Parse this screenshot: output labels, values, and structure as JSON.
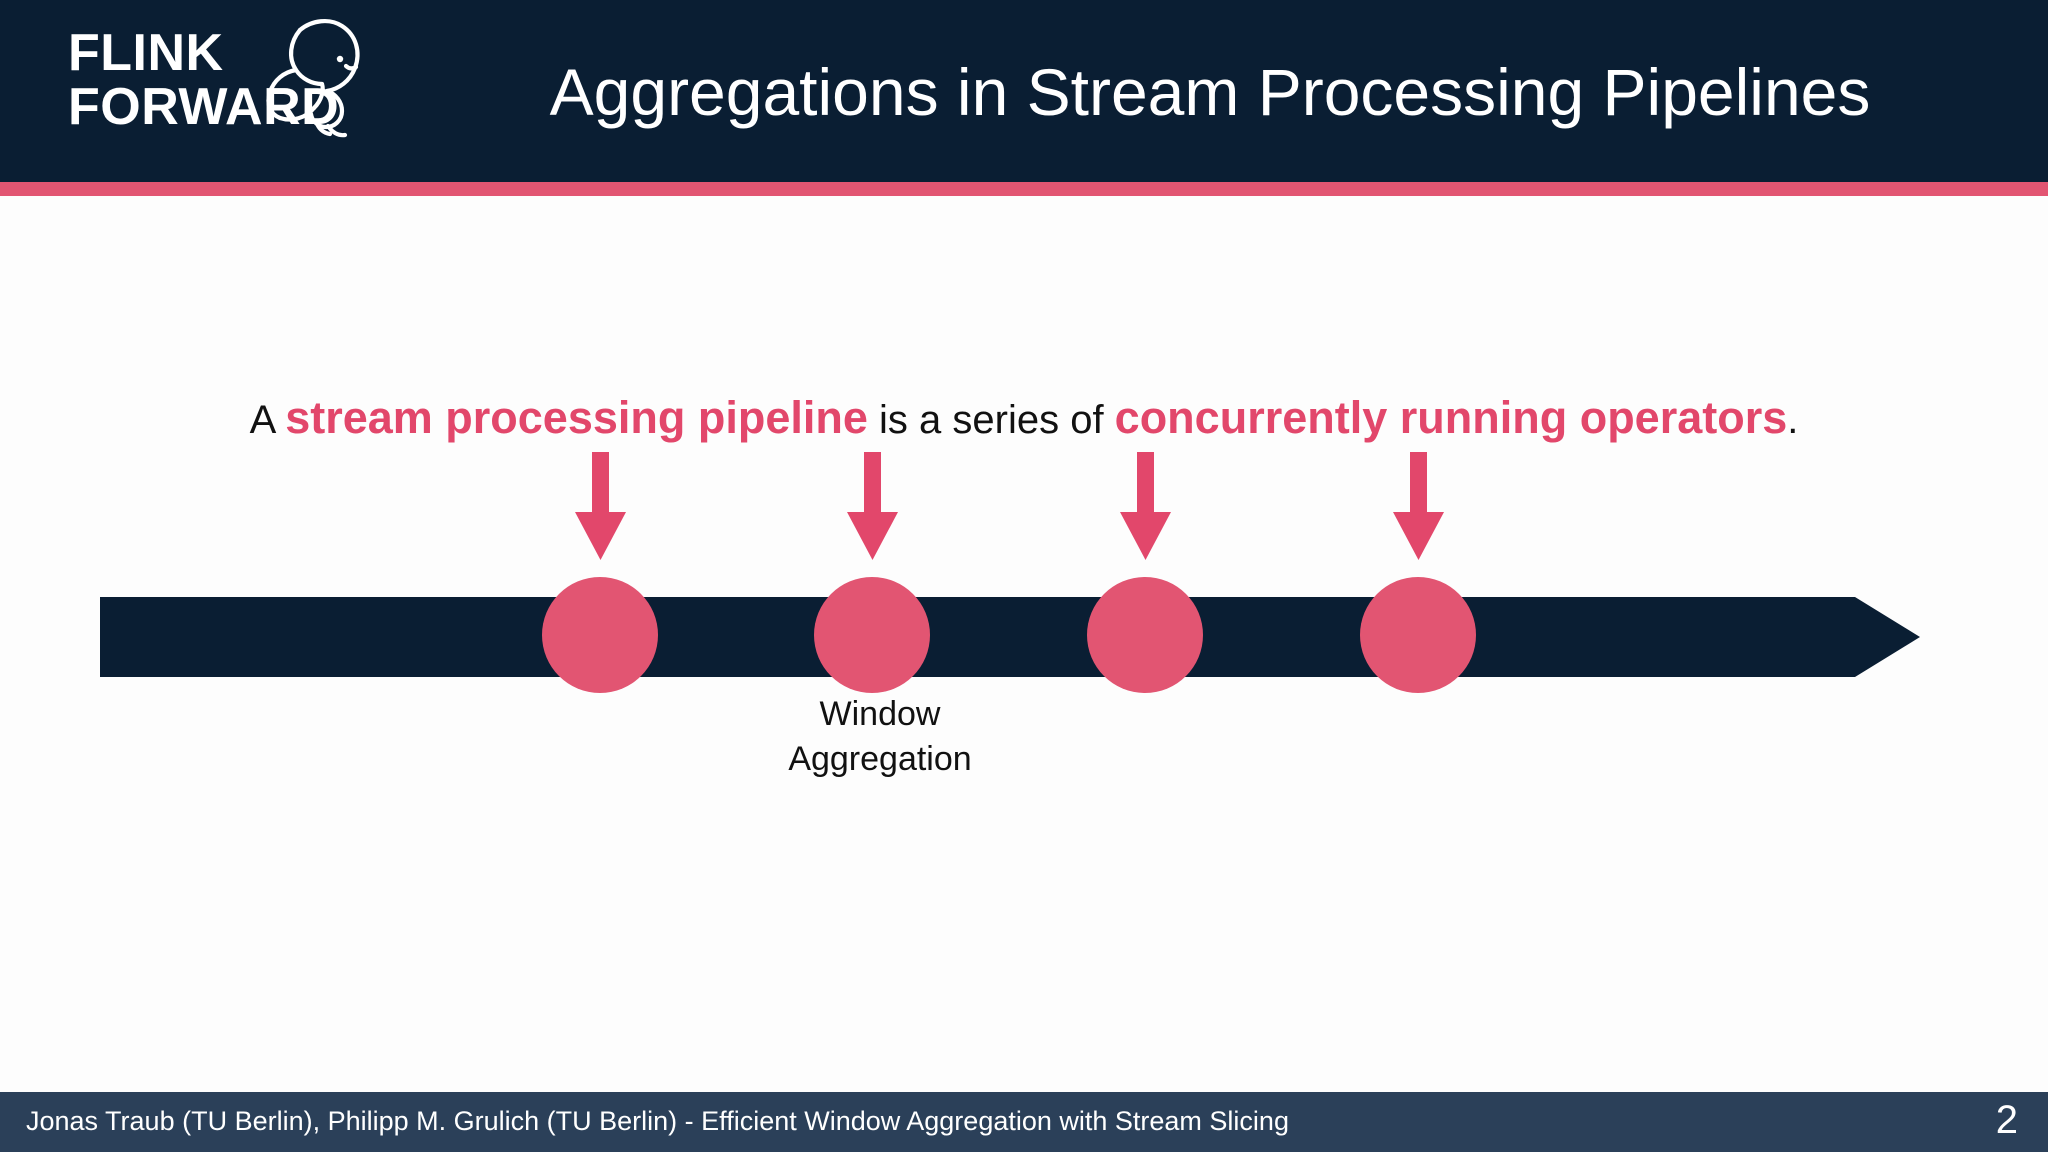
{
  "slide": {
    "background_color": "#FDFDFD",
    "page_number": "2"
  },
  "header": {
    "band_color": "#0A1E33",
    "accent_color": "#E25572",
    "logo": {
      "line1": "FLINK",
      "line2": "FORWARD",
      "mascot": "squirrel-icon"
    },
    "title": "Aggregations in Stream Processing Pipelines"
  },
  "body": {
    "statement": {
      "part1": "A ",
      "highlight1": "stream processing pipeline",
      "part2": " is a series of ",
      "highlight2": "concurrently running operators",
      "part3": "."
    },
    "diagram": {
      "type": "pipeline",
      "bar_color": "#0A1E33",
      "operator_color": "#E25572",
      "arrow_color": "#E2476B",
      "operator_count": 4,
      "annotation": {
        "line1": "Window",
        "line2": "Aggregation",
        "attached_to_operator_index": 1
      }
    }
  },
  "footer": {
    "band_color": "#2B4059",
    "text": "Jonas Traub (TU Berlin), Philipp M. Grulich (TU Berlin) - Efficient Window Aggregation with Stream Slicing",
    "page_number": "2"
  }
}
